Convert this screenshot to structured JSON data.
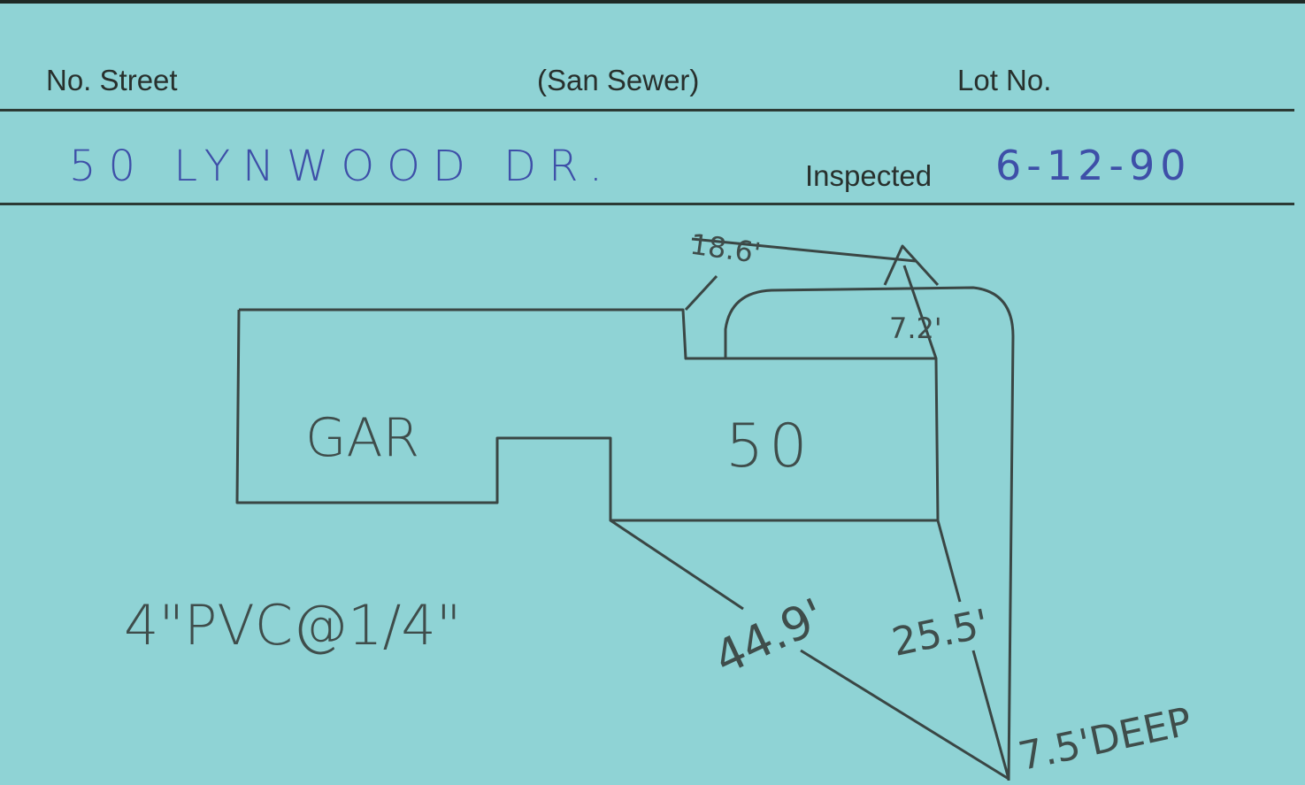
{
  "card": {
    "header": {
      "no_street_label": "No. Street",
      "type_label": "(San Sewer)",
      "lot_label": "Lot No.",
      "inspected_label": "Inspected"
    },
    "entries": {
      "address": "50 LYNWOOD DR.",
      "inspected_date": "6-12-90"
    },
    "sketch": {
      "garage_label": "GAR",
      "house_number": "50",
      "pipe_note": "4\"PVC@1/4\"",
      "dim_top": "18.6'",
      "dim_side": "7.2'",
      "dim_diagonal": "44.9'",
      "dim_right": "25.5'",
      "depth_note": "7.5'DEEP"
    },
    "colors": {
      "card": "#8fd3d5",
      "ink": "#3e4fa8",
      "pencil": "#3f4d4b"
    }
  }
}
